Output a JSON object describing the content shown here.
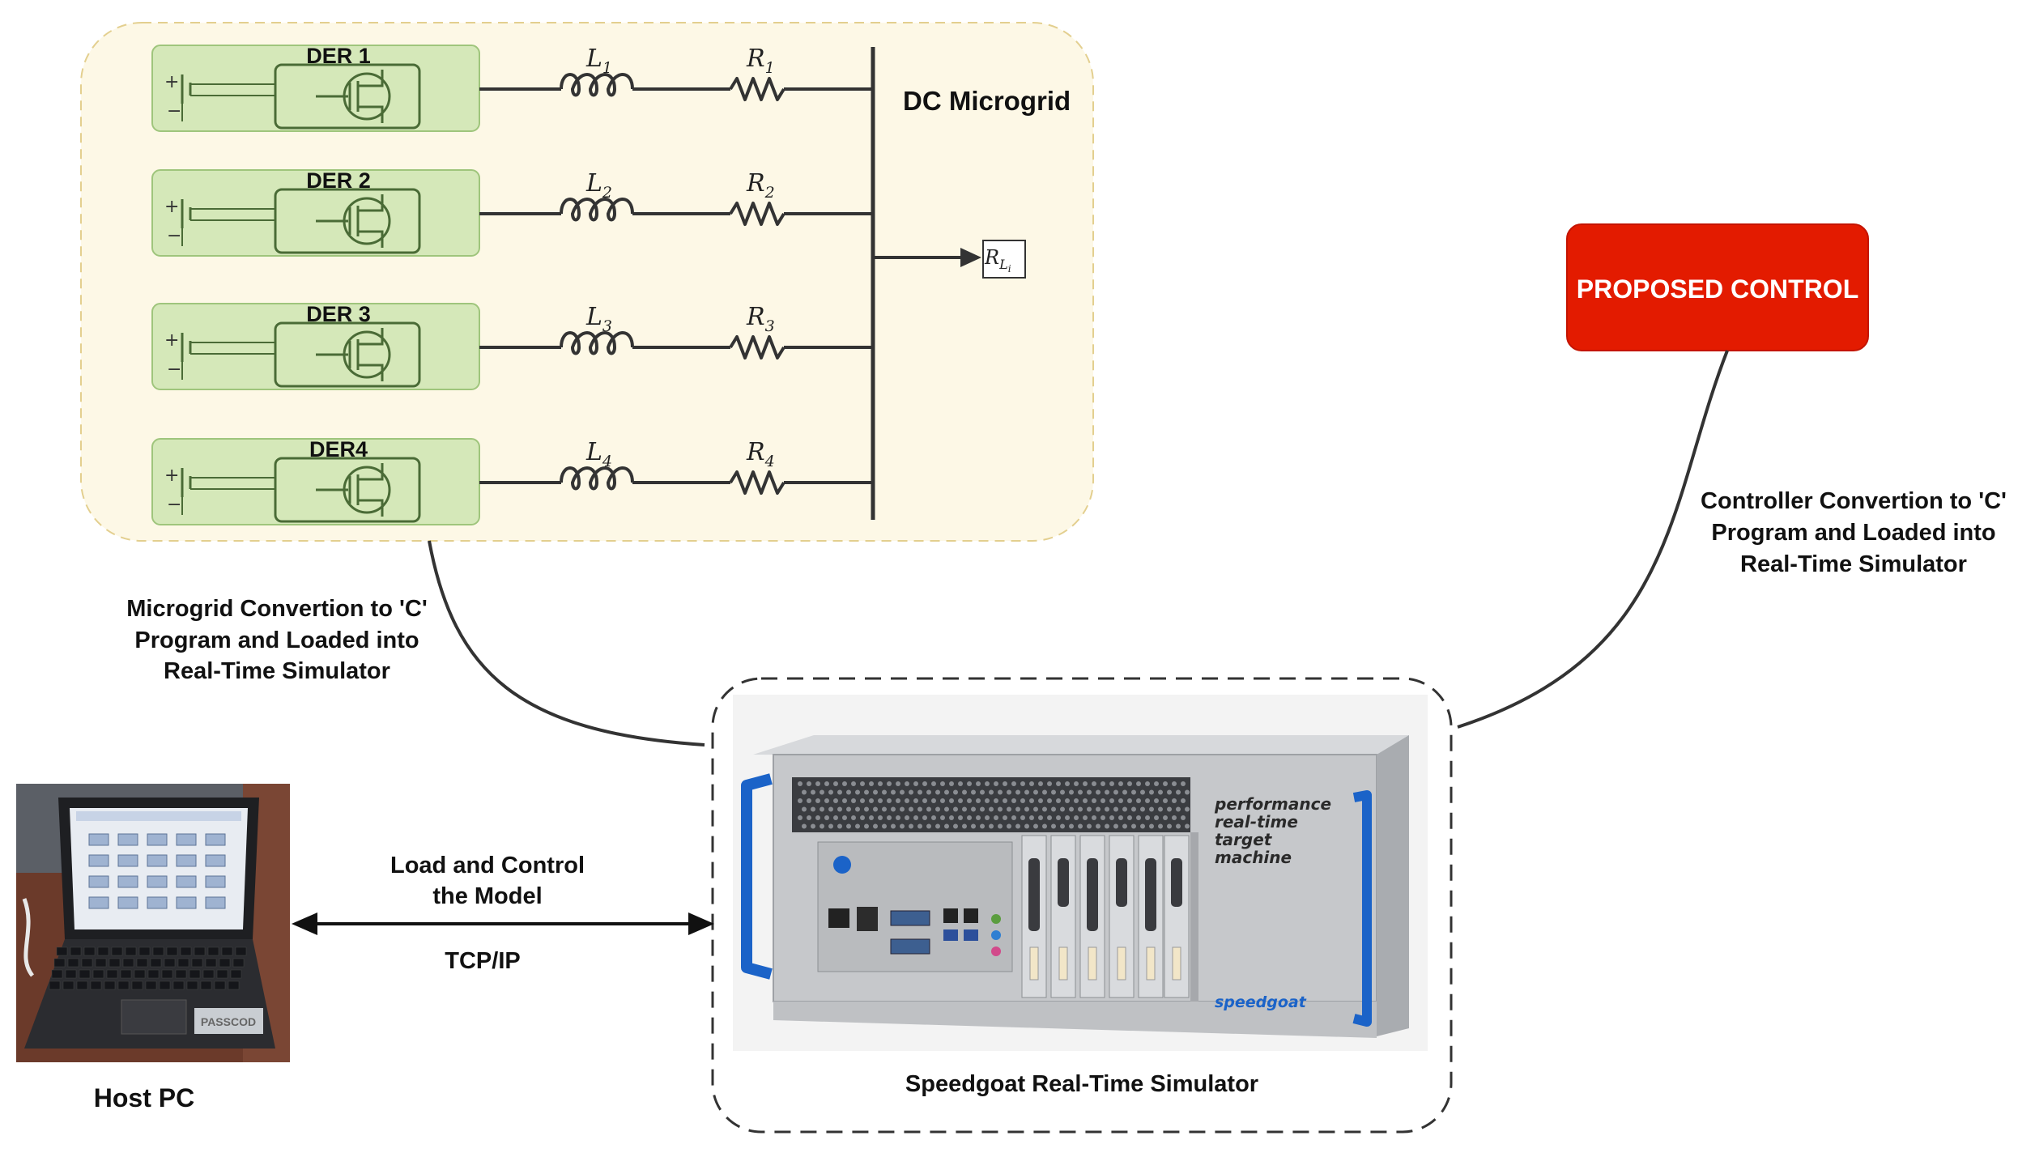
{
  "microgrid": {
    "title": "DC Microgrid",
    "load_label": "R",
    "load_sub": "L",
    "load_subsub": "i",
    "ders": [
      {
        "name": "DER 1",
        "L": "L",
        "L_sub": "1",
        "R": "R",
        "R_sub": "1"
      },
      {
        "name": "DER 2",
        "L": "L",
        "L_sub": "2",
        "R": "R",
        "R_sub": "2"
      },
      {
        "name": "DER 3",
        "L": "L",
        "L_sub": "3",
        "R": "R",
        "R_sub": "3"
      },
      {
        "name": "DER4",
        "L": "L",
        "L_sub": "4",
        "R": "R",
        "R_sub": "4"
      }
    ]
  },
  "control": {
    "label": "PROPOSED CONTROL",
    "fill": "#e31b00"
  },
  "annotations": {
    "microgrid_conversion": [
      "Microgrid Convertion to 'C'",
      "Program and Loaded into",
      "Real-Time Simulator"
    ],
    "controller_conversion": [
      "Controller Convertion to 'C'",
      "Program and Loaded into",
      "Real-Time Simulator"
    ],
    "load_control": [
      "Load and Control",
      "the Model"
    ],
    "protocol": "TCP/IP",
    "host_pc": "Host PC",
    "simulator_caption": "Speedgoat Real-Time Simulator"
  },
  "simulator_device": {
    "panel_text": [
      "performance",
      "real-time",
      "target",
      "machine"
    ],
    "brand": "speedgoat"
  },
  "laptop": {
    "sticker": "PASSCOD"
  },
  "colors": {
    "microgrid_bg": "#fdf8e6",
    "microgrid_border": "#e3cf8f",
    "der_fill": "#d5e8b9",
    "der_border": "#9fc57c",
    "accent_blue": "#1b63c8"
  }
}
